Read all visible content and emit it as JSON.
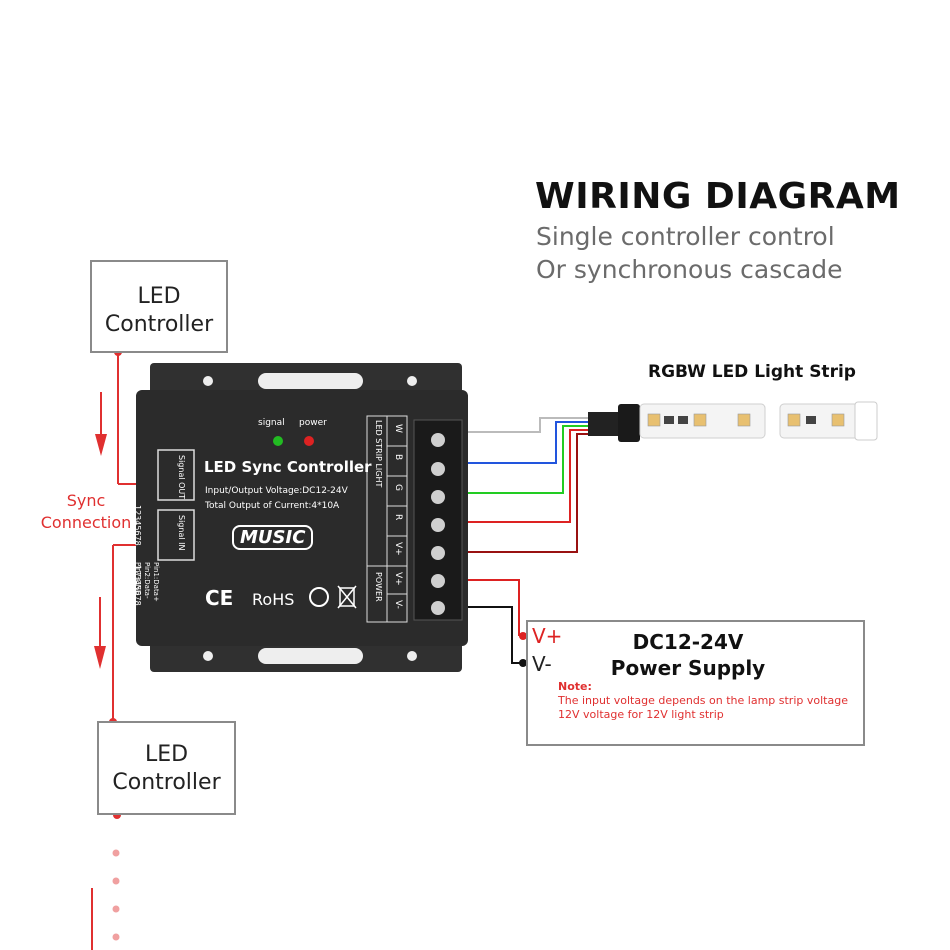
{
  "header": {
    "title": "WIRING DIAGRAM",
    "subtitle_1": "Single controller control",
    "subtitle_2": "Or synchronous cascade"
  },
  "controllers": {
    "top": {
      "line1": "LED",
      "line2": "Controller"
    },
    "bottom": {
      "line1": "LED",
      "line2": "Controller"
    }
  },
  "sync": {
    "line1": "Sync",
    "line2": "Connection"
  },
  "device": {
    "indicator_signal": "signal",
    "indicator_power": "power",
    "name": "LED Sync Controller",
    "spec_voltage": "Input/Output Voltage:DC12-24V",
    "spec_current": "Total Output of Current:4*10A",
    "logo": "MUSIC",
    "rohs": "RoHS",
    "ce": "CE",
    "signal_out_port": "Signal OUT",
    "signal_in_port": "Signal IN",
    "pin_numbers": "12345678",
    "pin_info": [
      "Pin1:Data+",
      "Pin2:Data-",
      "Pin7:GND",
      "Pin8:GND"
    ],
    "terminal_group_light": "LED STRIP LIGHT",
    "terminal_group_power": "POWER",
    "terminals": [
      "W",
      "B",
      "G",
      "R",
      "V+",
      "V+",
      "V-"
    ]
  },
  "strip": {
    "label": "RGBW LED Light Strip"
  },
  "power_supply": {
    "title_line1": "DC12-24V",
    "title_line2": "Power Supply",
    "vplus": "V+",
    "vminus": "V-",
    "note_label": "Note:",
    "note_line1": "The input voltage depends on the lamp strip voltage",
    "note_line2": "12V voltage for 12V light strip"
  },
  "colors": {
    "accent_red": "#e03030",
    "device_body": "#2b2b2b",
    "wire_blue": "#2255dd",
    "wire_green": "#22cc22",
    "wire_red": "#dd2222",
    "wire_darkred": "#991111"
  }
}
